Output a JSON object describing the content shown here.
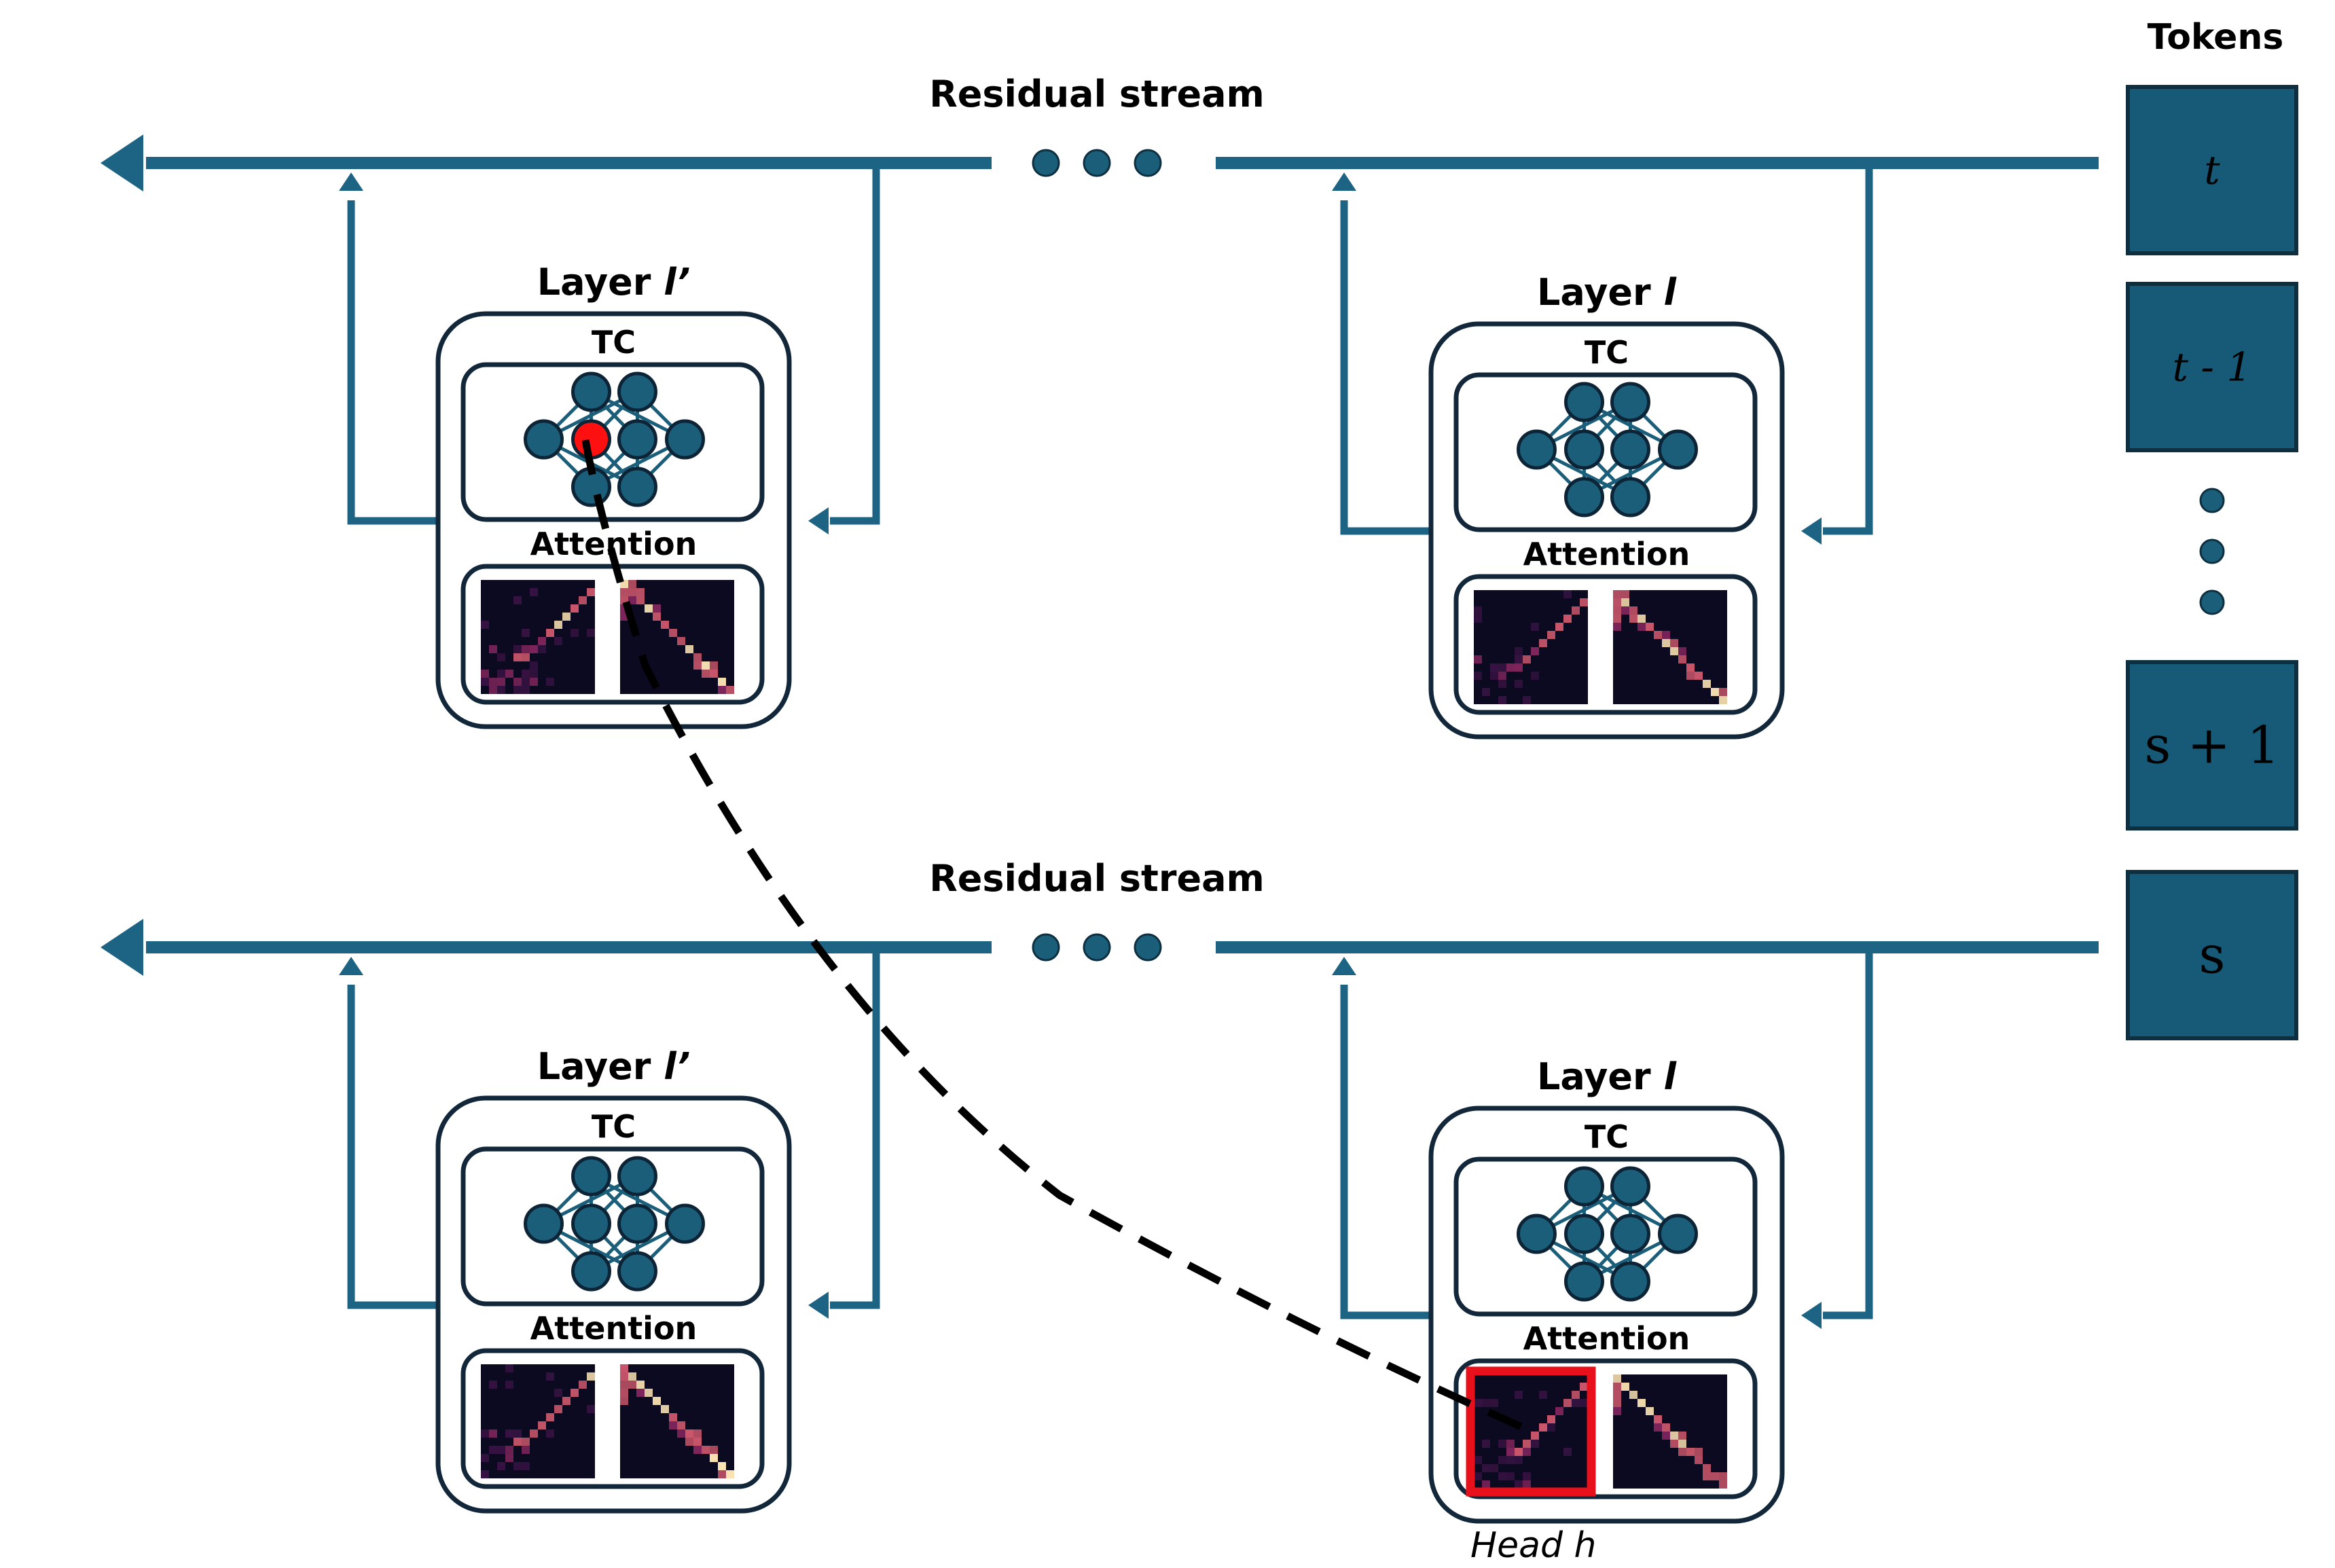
{
  "colors": {
    "stream": "#1d6484",
    "token_fill": "#165a78",
    "node_fill": "#1a5e7a",
    "box_stroke": "#12283a",
    "heatmap_bg": "#0b0a20",
    "highlight": "#e8101a",
    "highlight_node": "#ff1010"
  },
  "tokens_title": "Tokens",
  "tokens": [
    "t",
    "t - 1",
    "s + 1",
    "s"
  ],
  "rows": [
    {
      "residual_label": "Residual stream",
      "layers": [
        {
          "label_prefix": "Layer ",
          "label_var": "l’",
          "tc_label": "TC",
          "attn_label": "Attention"
        },
        {
          "label_prefix": "Layer ",
          "label_var": "l",
          "tc_label": "TC",
          "attn_label": "Attention"
        }
      ]
    },
    {
      "residual_label": "Residual stream",
      "layers": [
        {
          "label_prefix": "Layer ",
          "label_var": "l’",
          "tc_label": "TC",
          "attn_label": "Attention"
        },
        {
          "label_prefix": "Layer ",
          "label_var": "l",
          "tc_label": "TC",
          "attn_label": "Attention"
        }
      ]
    }
  ],
  "head_label": "Head h",
  "icons": {
    "ellipsis": "ellipsis-dots-icon",
    "neural_net": "neural-network-icon",
    "heatmap": "attention-heatmap-icon",
    "arrow": "arrow-left-icon"
  }
}
